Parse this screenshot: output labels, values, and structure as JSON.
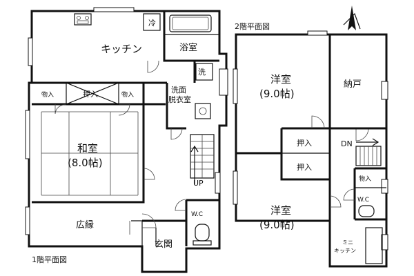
{
  "labels": {
    "floor1_title": "1階平面図",
    "floor2_title": "2階平面図",
    "kitchen": "キッチン",
    "reizo": "冷",
    "bath": "浴室",
    "wash": "洗",
    "senmen_1": "洗面",
    "senmen_2": "脱衣室",
    "monoire_left": "物入",
    "oshiire_top": "押入",
    "monoire_mid": "物入",
    "washitsu": "和室",
    "washitsu_size": "(8.0帖)",
    "up": "UP",
    "wc1": "W.C",
    "hiroen": "広縁",
    "genkan": "玄関",
    "youshitsu1": "洋室",
    "youshitsu1_size": "(9.0帖)",
    "nando": "納戸",
    "oshiire_2a": "押入",
    "oshiire_2b": "押入",
    "dn": "DN",
    "monoire_2": "物入",
    "wc2": "W.C",
    "youshitsu2": "洋室",
    "youshitsu2_size": "(9.0帖)",
    "mini_kitchen_1": "ミニ",
    "mini_kitchen_2": "キッチン"
  },
  "icons": {
    "north": "north-arrow-icon"
  }
}
